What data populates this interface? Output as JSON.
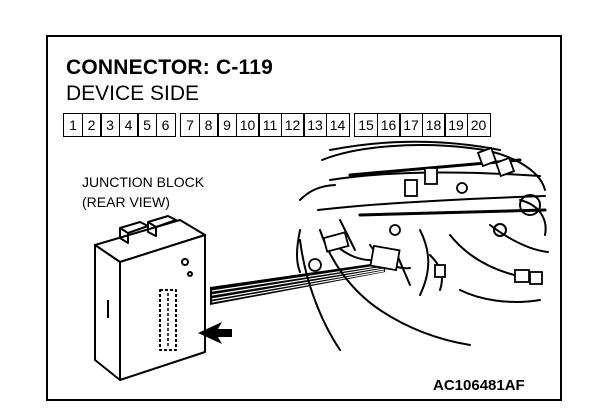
{
  "diagram": {
    "title": "CONNECTOR: C-119",
    "subtitle": "DEVICE SIDE",
    "pins": [
      "1",
      "2",
      "3",
      "4",
      "5",
      "6",
      "7",
      "8",
      "9",
      "10",
      "11",
      "12",
      "13",
      "14",
      "15",
      "16",
      "17",
      "18",
      "19",
      "20"
    ],
    "label_line1": "JUNCTION BLOCK",
    "label_line2": "(REAR VIEW)",
    "figure_code": "AC106481AF"
  }
}
